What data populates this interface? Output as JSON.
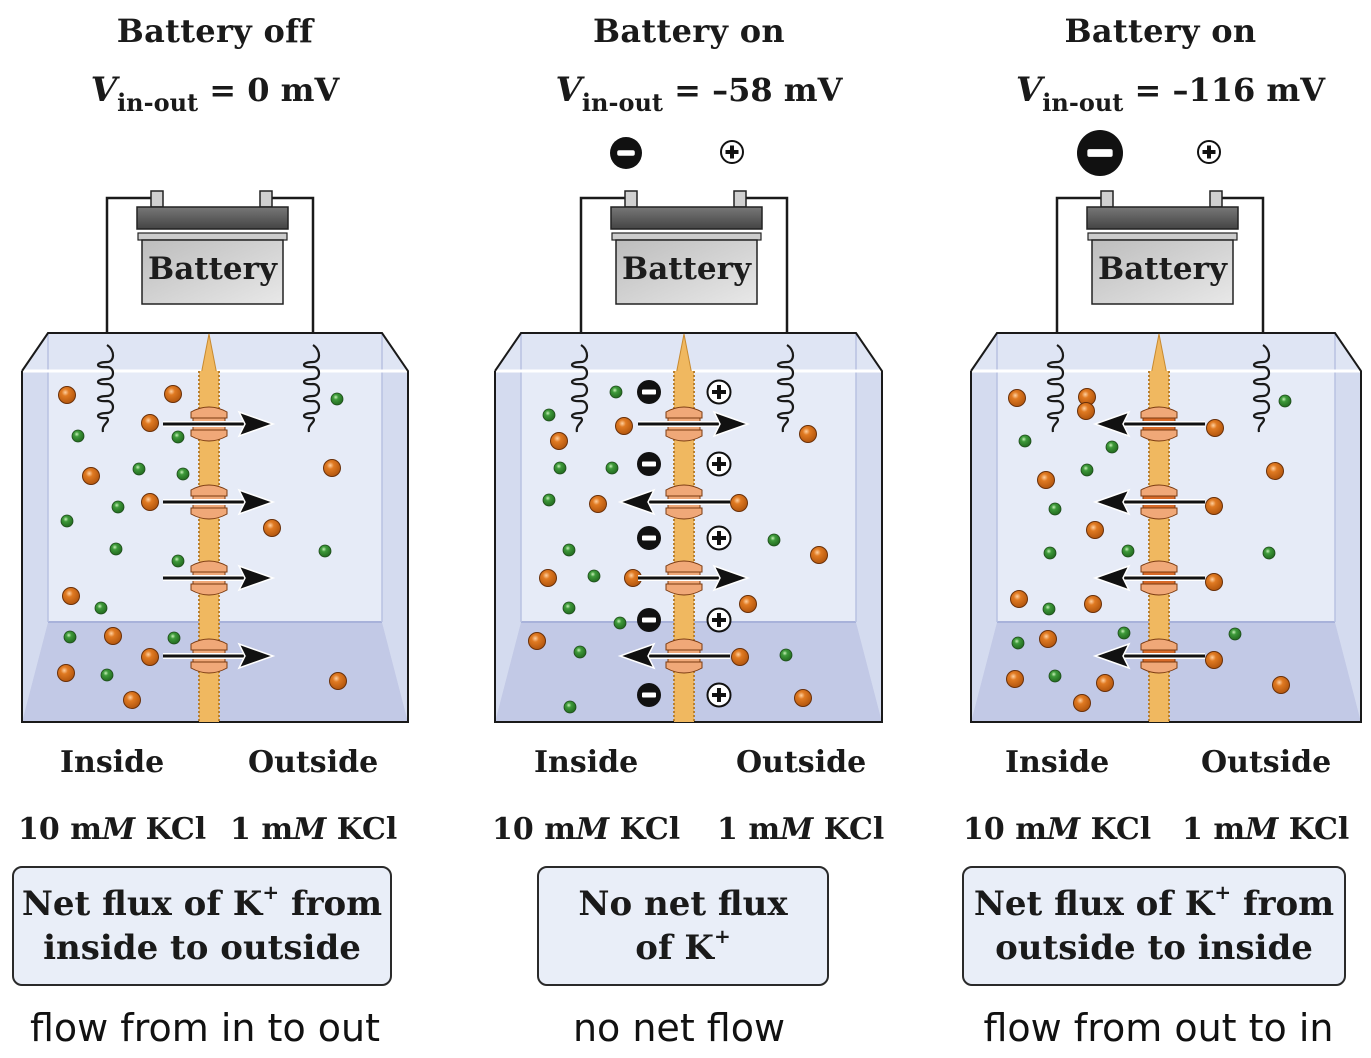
{
  "figure": {
    "colors": {
      "potassium_ion": "#e07a22",
      "chloride_ion": "#3e9a3a",
      "tank_fill": "#e6ebf7",
      "tank_floor": "#c2c9e6",
      "membrane": "#f0b860",
      "channel": "#f0a878",
      "channel_dark": "#d86a28"
    },
    "legend_labels": {
      "inside": "Inside",
      "outside": "Outside",
      "battery": "Battery"
    },
    "panels": [
      {
        "title": "Battery off",
        "voltage_symbol": "V",
        "voltage_subscript": "in-out",
        "voltage_value": "= 0 mV",
        "battery_state": "off",
        "terminal_charges_shown": false,
        "inside_conc_num": "10 m",
        "inside_conc_unit": "M",
        "inside_conc_salt": " KCl",
        "outside_conc_num": "1 m",
        "outside_conc_unit": "M",
        "outside_conc_salt": " KCl",
        "box_line1": "Net flux of K",
        "box_line1_sup": "+",
        "box_line1_tail": " from",
        "box_line2": "inside to outside",
        "caption": "flow from in to out",
        "arrows": [
          "right",
          "right",
          "right",
          "right"
        ],
        "membrane_charges": false
      },
      {
        "title": "Battery on",
        "voltage_symbol": "V",
        "voltage_subscript": "in-out",
        "voltage_value": "= –58 mV",
        "battery_state": "on",
        "terminal_charges_shown": true,
        "inside_conc_num": "10 m",
        "inside_conc_unit": "M",
        "inside_conc_salt": " KCl",
        "outside_conc_num": "1 m",
        "outside_conc_unit": "M",
        "outside_conc_salt": " KCl",
        "box_line1": "No net flux",
        "box_line1_sup": "",
        "box_line1_tail": "",
        "box_line2": "of K",
        "box_line2_sup": "+",
        "caption": "no net flow",
        "arrows": [
          "right",
          "left",
          "right",
          "left"
        ],
        "membrane_charges": true
      },
      {
        "title": "Battery on",
        "voltage_symbol": "V",
        "voltage_subscript": "in-out",
        "voltage_value": "= –116 mV",
        "battery_state": "on",
        "terminal_charges_shown": true,
        "inside_conc_num": "10 m",
        "inside_conc_unit": "M",
        "inside_conc_salt": " KCl",
        "outside_conc_num": "1 m",
        "outside_conc_unit": "M",
        "outside_conc_salt": " KCl",
        "box_line1": "Net flux of K",
        "box_line1_sup": "+",
        "box_line1_tail": " from",
        "box_line2": "outside to inside",
        "caption": "flow from out to in",
        "arrows": [
          "left",
          "left",
          "left",
          "left"
        ],
        "membrane_charges": false
      }
    ]
  }
}
